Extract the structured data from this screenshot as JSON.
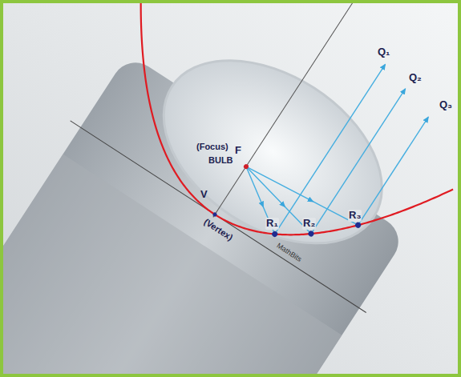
{
  "diagram": {
    "labels": [
      "(Focus)",
      "F",
      "BULB",
      "V",
      "(Vertex)",
      "R₁",
      "R₂",
      "R₃",
      "Q₁",
      "Q₂",
      "Q₃",
      "MathBits"
    ]
  }
}
